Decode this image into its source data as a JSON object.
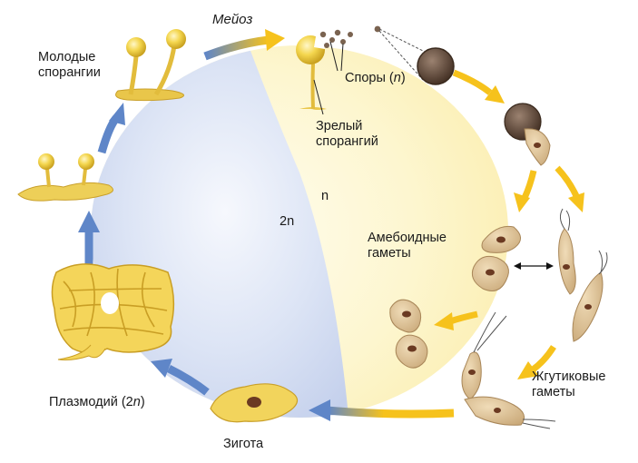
{
  "labels": {
    "meiosis": "Мейоз",
    "young_sporangia_1": "Молодые",
    "young_sporangia_2": "спорангии",
    "spores_prefix": "Споры (",
    "spores_n": "n",
    "spores_suffix": ")",
    "mature_sporangium_1": "Зрелый",
    "mature_sporangium_2": "спорангий",
    "haploid": "n",
    "diploid": "2n",
    "amoeboid_gametes_1": "Амебоидные",
    "amoeboid_gametes_2": "гаметы",
    "flagellated_gametes_1": "Жгутиковые",
    "flagellated_gametes_2": "гаметы",
    "plasmodium_prefix": "Плазмодий (2",
    "plasmodium_n": "n",
    "plasmodium_suffix": ")",
    "zygote": "Зигота"
  },
  "colors": {
    "diploid_fill": "#c9d4ee",
    "haploid_fill": "#fdf6cc",
    "blue_arrow": "#5f86c8",
    "yellow_arrow": "#f6c21c",
    "organism_yellow": "#f2d45c",
    "gamete_tan": "#d9b98a",
    "nucleus": "#6b3a22",
    "spore_brown": "#5a4030"
  }
}
